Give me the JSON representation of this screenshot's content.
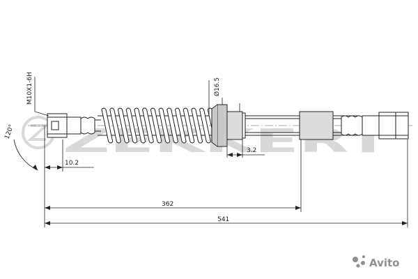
{
  "watermark": {
    "brand": "ZEKKERT"
  },
  "labels": {
    "thread": "M10X1-6H",
    "diameter": "Ø16.5",
    "angle": "120°",
    "dim_fitting": "10.2",
    "dim_sleeve": "3.2",
    "dim_middle": "362",
    "dim_total": "541"
  },
  "badge": {
    "text": "Avito"
  },
  "colors": {
    "line": "#222222",
    "watermark": "#d9d9d9",
    "badge": "#8f8f8f"
  }
}
